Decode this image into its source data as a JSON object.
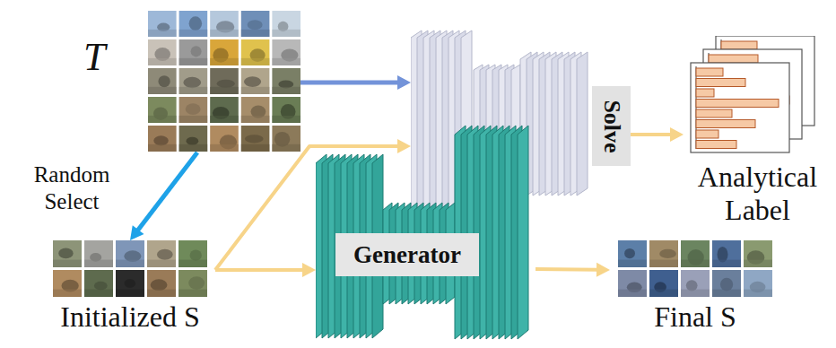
{
  "diagram": {
    "nodes": [
      {
        "text": [
          "T"
        ]
      },
      {
        "text": [
          "Initialized S"
        ]
      },
      {
        "text": [
          "Generator"
        ]
      },
      {
        "text": [
          "Solve"
        ]
      },
      {
        "text": [
          "Analytical Label"
        ]
      },
      {
        "text": [
          "Final S"
        ]
      }
    ],
    "edges": [
      {
        "from": 0,
        "to": 1,
        "arrow": "to",
        "label": "Random Select"
      },
      {
        "from": 0,
        "to": 3,
        "arrow": "to"
      },
      {
        "from": 1,
        "to": 2,
        "arrow": "to"
      },
      {
        "from": 1,
        "to": 3,
        "arrow": "to"
      },
      {
        "from": 3,
        "to": 4,
        "arrow": "to"
      },
      {
        "from": 2,
        "to": 5,
        "arrow": "to"
      }
    ]
  }
}
